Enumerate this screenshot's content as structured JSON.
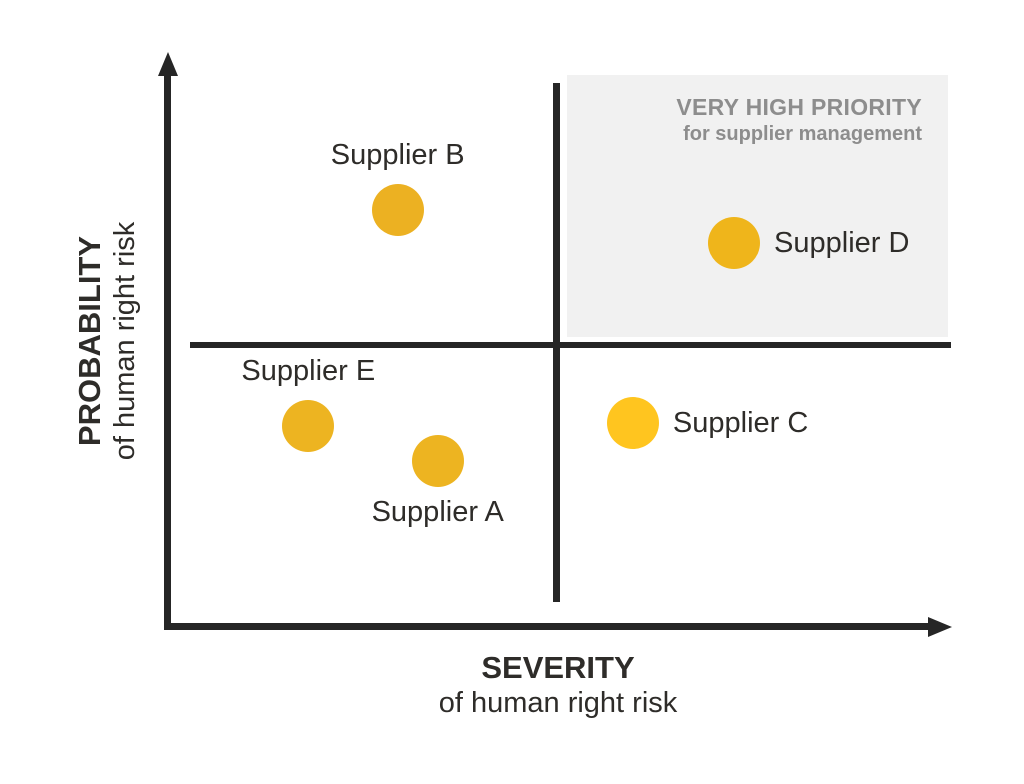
{
  "y_axis": {
    "title": "PROBABILITY",
    "subtitle": "of human right risk"
  },
  "x_axis": {
    "title": "SEVERITY",
    "subtitle": "of human right risk"
  },
  "priority_zone": {
    "title": "VERY HIGH PRIORITY",
    "subtitle": "for supplier management",
    "fill": "#F1F1F1",
    "text_color": "#8D8D8D"
  },
  "colors": {
    "axis": "#262626",
    "label_text": "#2E2C29",
    "dot_amber": "#EDB421",
    "dot_yellow": "#FFC51F"
  },
  "chart_data": {
    "type": "scatter",
    "title": "",
    "xlabel": "SEVERITY of human right risk",
    "ylabel": "PROBABILITY of human right risk",
    "x_range": [
      0,
      1
    ],
    "y_range": [
      0,
      1
    ],
    "grid": false,
    "legend": "none",
    "dividers": {
      "x": 0.496,
      "y": 0.493
    },
    "quadrant_annotation": {
      "quadrant": "top-right",
      "text": "VERY HIGH PRIORITY for supplier management"
    },
    "points": [
      {
        "label": "Supplier B",
        "x": 0.293,
        "y": 0.729,
        "color": "#ECB122",
        "label_pos": "above",
        "quadrant": "high probability / low severity"
      },
      {
        "label": "Supplier D",
        "x": 0.722,
        "y": 0.671,
        "color": "#EFB51B",
        "label_pos": "right",
        "quadrant": "high probability / high severity (very high priority)"
      },
      {
        "label": "Supplier E",
        "x": 0.179,
        "y": 0.351,
        "color": "#EDB421",
        "label_pos": "above",
        "quadrant": "low probability / low severity"
      },
      {
        "label": "Supplier A",
        "x": 0.344,
        "y": 0.291,
        "color": "#EDB421",
        "label_pos": "below",
        "quadrant": "low probability / low severity"
      },
      {
        "label": "Supplier C",
        "x": 0.593,
        "y": 0.357,
        "color": "#FFC51F",
        "label_pos": "right",
        "quadrant": "low probability / high severity"
      }
    ]
  }
}
